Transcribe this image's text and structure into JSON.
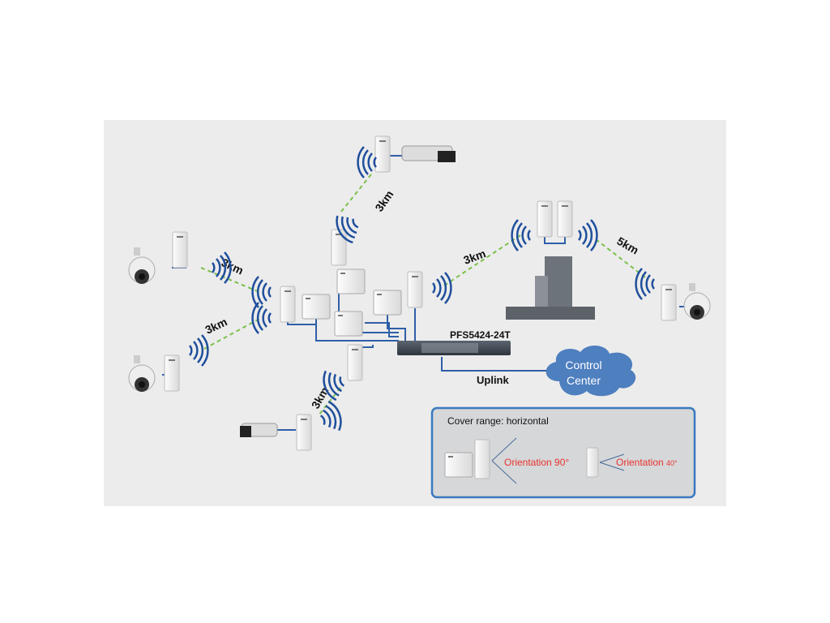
{
  "links": [
    {
      "distance": "3km",
      "between": [
        "top-relay-cpe",
        "bullet-camera-top"
      ]
    },
    {
      "distance": "3km",
      "between": [
        "hub-cpe",
        "dome-camera-left-upper"
      ]
    },
    {
      "distance": "3km",
      "between": [
        "hub-cpe",
        "dome-camera-left-lower"
      ]
    },
    {
      "distance": "3km",
      "between": [
        "bottom-cpe",
        "bullet-camera-bottom"
      ]
    },
    {
      "distance": "3km",
      "between": [
        "right-cpe",
        "building-cpe-pair"
      ]
    },
    {
      "distance": "5km",
      "between": [
        "building-cpe-pair",
        "dome-camera-right"
      ]
    }
  ],
  "switch": {
    "model": "PFS5424-24T"
  },
  "uplink": {
    "label": "Uplink"
  },
  "control_center": {
    "line1": "Control",
    "line2": "Center"
  },
  "legend": {
    "title": "Cover range: horizontal",
    "items": [
      {
        "label": "Orientation",
        "angle": "90°"
      },
      {
        "label": "Orientation",
        "angle": "40°"
      }
    ]
  },
  "colors": {
    "panel": "#ececec",
    "link_dashed": "#7cc04b",
    "cable": "#2e5fa8",
    "wave": "#1f4f9c",
    "cloud": "#4e7fbf",
    "legend_border": "#3a78c0",
    "legend_text_red": "#e8322e"
  }
}
